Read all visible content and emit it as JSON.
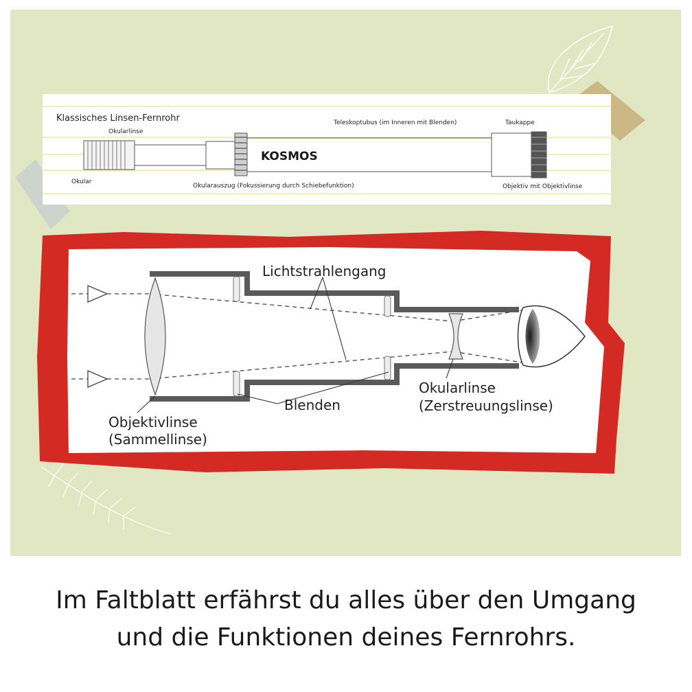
{
  "colors": {
    "background_green": "#e2e7c3",
    "strip_line": "#e8ec7a",
    "red_frame": "#d42a24",
    "tube_gray": "#5a5a5a"
  },
  "telescope_strip": {
    "title": "Klassisches Linsen-Fernrohr",
    "brand": "KOSMOS",
    "labels": {
      "eyepiece_lens": "Okularlinse",
      "tube": "Teleskoptubus (im Inneren mit Blenden)",
      "dew_cap": "Taukappe",
      "eyepiece": "Okular",
      "focuser": "Okularauszug (Fokussierung durch Schiebefunktion)",
      "objective": "Objektiv mit Objektivlinse"
    }
  },
  "optics_diagram": {
    "labels": {
      "light_path": "Lichtstrahlengang",
      "baffles": "Blenden",
      "eyepiece_lens_line1": "Okularlinse",
      "eyepiece_lens_line2": "(Zerstreuungslinse)",
      "objective_line1": "Objektivlinse",
      "objective_line2": "(Sammellinse)"
    }
  },
  "caption": {
    "line1": "Im Faltblatt erfährst du alles über den Umgang",
    "line2": "und die Funktionen deines Fernrohrs."
  }
}
